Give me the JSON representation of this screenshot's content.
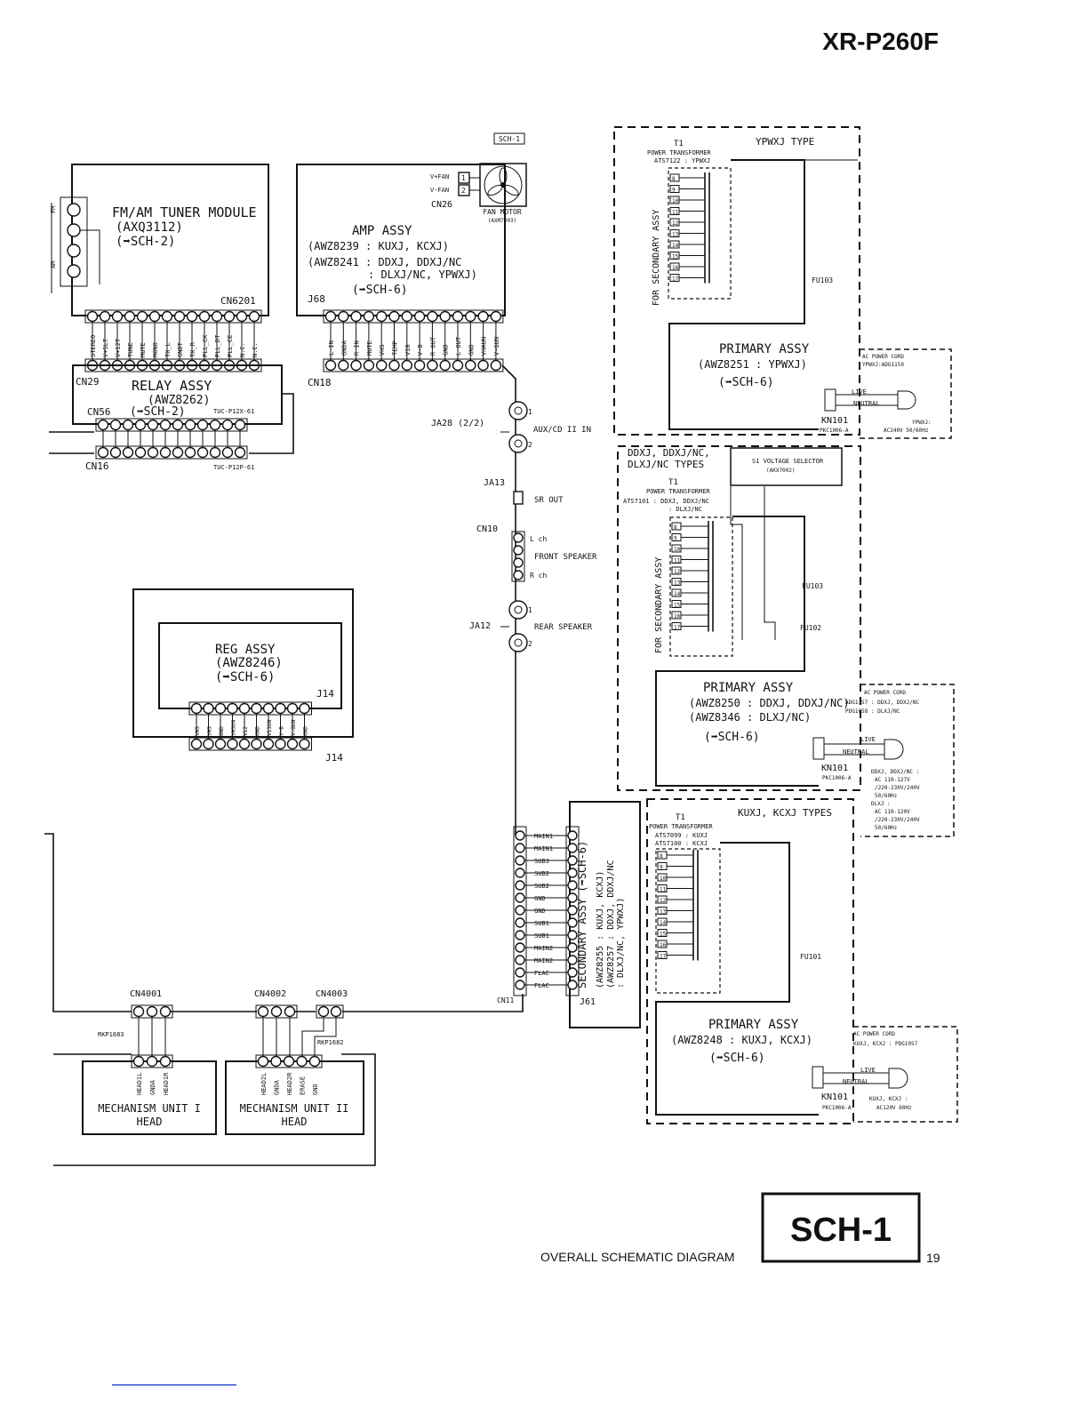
{
  "header": {
    "model": "XR-P260F"
  },
  "footer": {
    "caption": "OVERALL SCHEMATIC DIAGRAM",
    "sheet": "SCH-1",
    "page_number": "19"
  },
  "ref_tag": "SCH-1",
  "tuner": {
    "title": "FM/AM TUNER MODULE",
    "part": "(AXQ3112)",
    "ref": "(➡SCH-2)",
    "connector": "CN6201",
    "pins": [
      "STEREO",
      "V+5LT",
      "V+12T",
      "TUNE",
      "MUTE",
      "MONO",
      "TX_L",
      "GNDT",
      "TX_R",
      "PLL_CK",
      "PLL_DT",
      "PLL_CE",
      "N.C.",
      "N.C."
    ],
    "side_labels": [
      "FM",
      "AM"
    ]
  },
  "relay": {
    "title": "RELAY ASSY",
    "part": "(AWZ8262)",
    "ref": "(➡SCH-2)",
    "cn_top": "CN29",
    "cn_left": "CN56",
    "cn_bottom": "CN16",
    "cable1": "TUC-P12X-61",
    "cable2": "TUC-P12P-61"
  },
  "amp": {
    "title": "AMP ASSY",
    "line1": "(AWZ8239 : KUXJ, KCXJ)",
    "line2": "(AWZ8241 : DDXJ, DDXJ/NC",
    "line3": ": DLXJ/NC, YPWXJ)",
    "ref": "(➡SCH-6)",
    "connector": "J68",
    "cn_bottom": "CN18",
    "cn_fan": "CN26",
    "fan_pins": [
      "V+FAN",
      "V-FAN"
    ],
    "fan_label": "FAN MOTOR",
    "fan_part": "(AXM7003)",
    "pins": [
      "L IN",
      "GNDA",
      "R IN",
      "MUTE",
      "VHS",
      "TEMP",
      "V10",
      "V-B",
      "R OUT",
      "GND",
      "L OUT",
      "GND",
      "VHAUN",
      "V-GUN"
    ]
  },
  "io": {
    "ja28": "JA28 (2/2)",
    "aux": "AUX/CD II IN",
    "ja13": "JA13",
    "sr_out": "SR OUT",
    "cn10": "CN10",
    "front": "FRONT SPEAKER",
    "lch": "L ch",
    "rch": "R ch",
    "ja12": "JA12",
    "rear": "REAR SPEAKER",
    "p1": "1",
    "p2": "2"
  },
  "reg": {
    "title": "REG ASSY",
    "part": "(AWZ8246)",
    "ref": "(➡SCH-6)",
    "connector": "J14",
    "pins": [
      "VHS",
      "VHS",
      "GND",
      "VHSUN",
      "V12",
      "GND",
      "V11UN",
      "V-B",
      "V-GUN",
      "GND"
    ]
  },
  "secondary": {
    "connector": "J61",
    "cn": "CN11",
    "title": "SECONDARY ASSY (➡SCH-6)",
    "line1": "(AWZ8255 : KUXJ, KCXJ)",
    "line2": "(AWZ8257 : DDXJ, DDXJ/NC",
    "line3": ": DLXJ/NC, YPWXJ)",
    "pins": [
      "MAIN1",
      "MAIN1",
      "SUB3",
      "SUB2",
      "SUB2",
      "GND",
      "GND",
      "SUB1",
      "SUB1",
      "MAIN2",
      "MAIN2",
      "FLAC",
      "FLAC"
    ]
  },
  "mech": {
    "cn1": "CN4001",
    "cn2": "CN4002",
    "cn3": "CN4003",
    "cable1": "RKP1683",
    "cable2": "RKP1682",
    "unit1": [
      "MECHANISM UNIT I",
      "HEAD"
    ],
    "unit2": [
      "MECHANISM UNIT II",
      "HEAD"
    ],
    "pins1": [
      "HEAD1L",
      "GNDA",
      "HEAD1R"
    ],
    "pins2": [
      "HEAD2L",
      "GNDA",
      "HEAD2R",
      "ERASE",
      "GND"
    ]
  },
  "psu_ypwxj": {
    "type": "YPWXJ TYPE",
    "t1": "T1",
    "transformer": "POWER TRANSFORMER",
    "tpart": "ATS7122 : YPWXJ",
    "for_secondary": "FOR SECONDARY ASSY",
    "fuse": "FU103",
    "primary": "PRIMARY ASSY",
    "primary_part": "(AWZ8251 : YPWXJ)",
    "primary_ref": "(➡SCH-6)",
    "cord": "AC POWER CORD",
    "cord_part": "YPWXJ:ADG1159",
    "live": "LIVE",
    "neutral": "NEUTRAL",
    "kn": "KN101",
    "kn_part": "PKC1006-A",
    "spec1": "YPWXJ:",
    "spec2": "AC240V 50/60Hz"
  },
  "psu_ddxj": {
    "type1": "DDXJ, DDXJ/NC,",
    "type2": "DLXJ/NC TYPES",
    "selector": "S1 VOLTAGE SELECTOR",
    "selector_part": "(AKX7002)",
    "t1": "T1",
    "transformer": "POWER TRANSFORMER",
    "tpart1": "ATS7101 : DDXJ, DDXJ/NC",
    "tpart2": ": DLXJ/NC",
    "for_secondary": "FOR SECONDARY ASSY",
    "fuse1": "FU103",
    "fuse2": "FU102",
    "primary": "PRIMARY ASSY",
    "primary_part1": "(AWZ8250 : DDXJ, DDXJ/NC)",
    "primary_part2": "(AWZ8346 : DLXJ/NC)",
    "primary_ref": "(➡SCH-6)",
    "cord": "AC POWER CORD",
    "cord_part1": "ADG1157 : DDXJ, DDXJ/NC",
    "cord_part2": "PDG1058 : DLXJ/NC",
    "live": "LIVE",
    "neutral": "NEUTRAL",
    "kn": "KN101",
    "kn_part": "PKC1006-A",
    "spec": [
      "DDXJ, DDXJ/NC :",
      "AC 110-127V",
      "/220-230V/240V",
      "50/60Hz",
      "DLXJ :",
      "AC 110-120V",
      "/220-230V/240V",
      "50/60Hz"
    ]
  },
  "psu_kuxj": {
    "type": "KUXJ, KCXJ TYPES",
    "t1": "T1",
    "transformer": "POWER TRANSFORMER",
    "tpart1": "ATS7099 : KUXJ",
    "tpart2": "ATS7100 : KCXJ",
    "fuse": "FU101",
    "primary": "PRIMARY ASSY",
    "primary_part": "(AWZ8248 : KUXJ, KCXJ)",
    "primary_ref": "(➡SCH-6)",
    "cord": "AC POWER CORD",
    "cord_part": "KUXJ, KCXJ : PDG1057",
    "live": "LIVE",
    "neutral": "NEUTRAL",
    "kn": "KN101",
    "kn_part": "PKC1006-A",
    "spec1": "KUXJ, KCXJ :",
    "spec2": "AC120V 60Hz"
  }
}
